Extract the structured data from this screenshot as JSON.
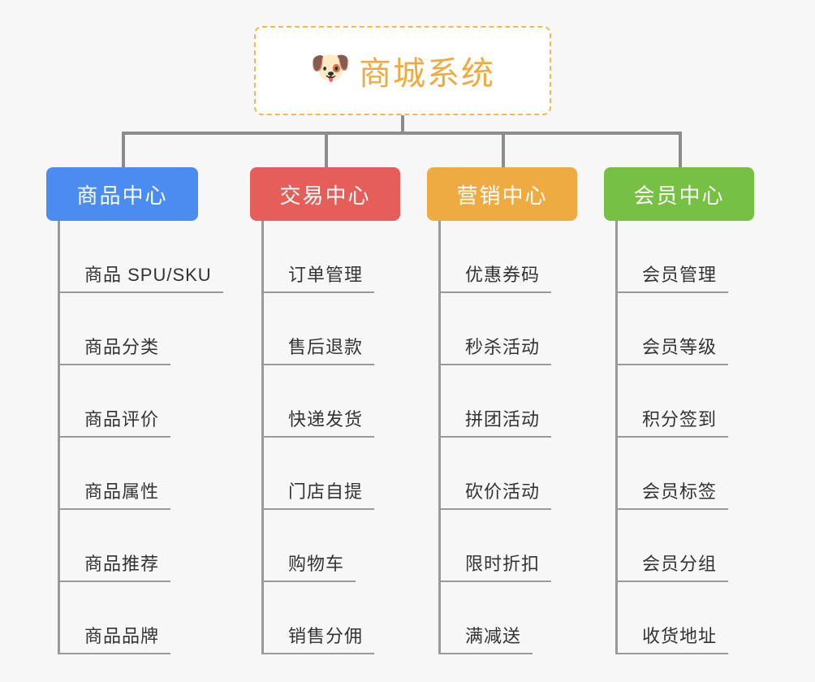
{
  "page": {
    "background_color": "#f7f7f7",
    "type": "mindmap"
  },
  "root": {
    "icon": "dog-face-icon",
    "icon_glyph": "🐶",
    "title": "商城系统",
    "text_color": "#eeab41",
    "border_color": "#f0b952",
    "background_color": "#ffffff"
  },
  "connector": {
    "color": "#8c8c8c"
  },
  "branches": [
    {
      "label": "商品中心",
      "color": "#4a8cf0",
      "items": [
        "商品 SPU/SKU",
        "商品分类",
        "商品评价",
        "商品属性",
        "商品推荐",
        "商品品牌"
      ]
    },
    {
      "label": "交易中心",
      "color": "#e55e5a",
      "items": [
        "订单管理",
        "售后退款",
        "快递发货",
        "门店自提",
        "购物车",
        "销售分佣"
      ]
    },
    {
      "label": "营销中心",
      "color": "#eeab41",
      "items": [
        "优惠券码",
        "秒杀活动",
        "拼团活动",
        "砍价活动",
        "限时折扣",
        "满减送"
      ]
    },
    {
      "label": "会员中心",
      "color": "#76c043",
      "items": [
        "会员管理",
        "会员等级",
        "积分签到",
        "会员标签",
        "会员分组",
        "收货地址"
      ]
    }
  ]
}
